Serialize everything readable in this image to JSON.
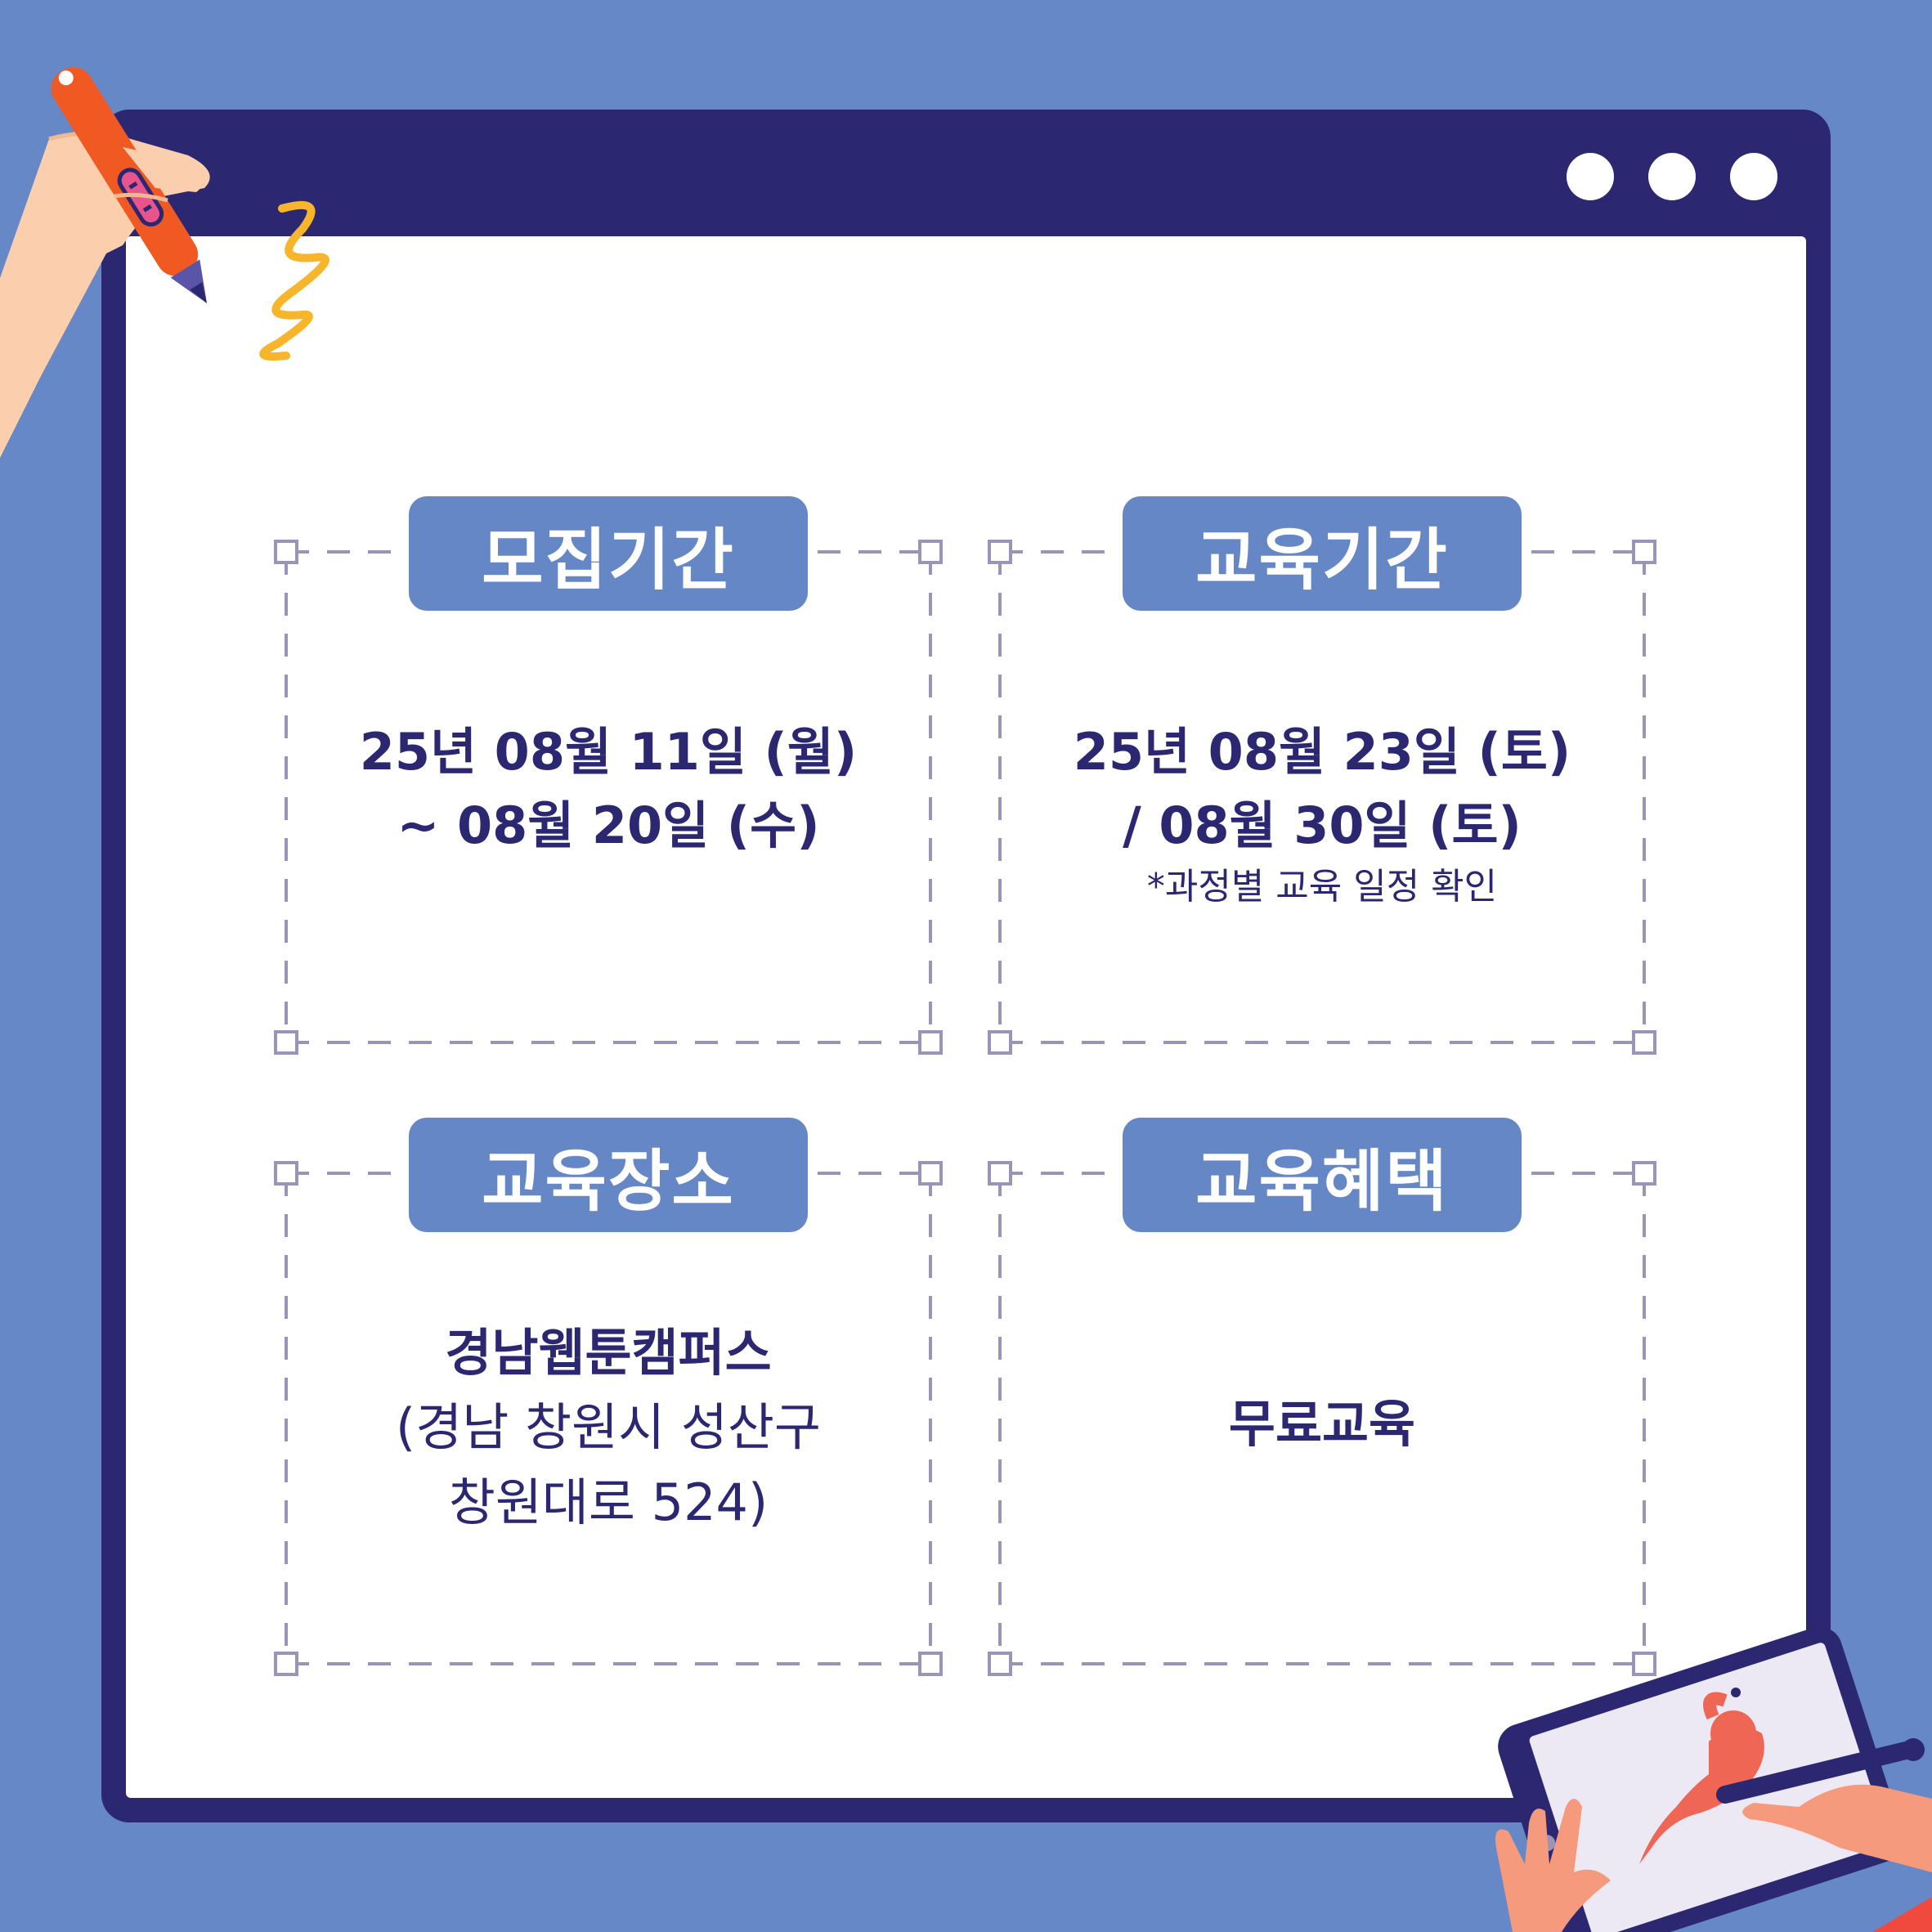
{
  "window": {
    "background": "#6688c6",
    "frame_color": "#2b2771",
    "controls": [
      "window-dot",
      "window-dot",
      "window-dot"
    ]
  },
  "cards": {
    "recruitment": {
      "title": "모집기간",
      "line1": "25년 08월 11일 (월)",
      "line2": "~ 08월 20일 (수)"
    },
    "education_period": {
      "title": "교육기간",
      "line1": "25년 08월 23일 (토)",
      "line2": "/ 08월 30일 (토)",
      "note": "*과정별 교육 일정 확인"
    },
    "location": {
      "title": "교육장소",
      "name": "경남웹툰캠퍼스",
      "address1": "(경남 창원시 성산구",
      "address2": "창원대로 524)"
    },
    "benefit": {
      "title": "교육혜택",
      "text": "무료교육"
    }
  },
  "illustrations": {
    "top_left": "hand-holding-pen-illustration",
    "bottom_right": "hands-drawing-on-tablet-illustration"
  }
}
